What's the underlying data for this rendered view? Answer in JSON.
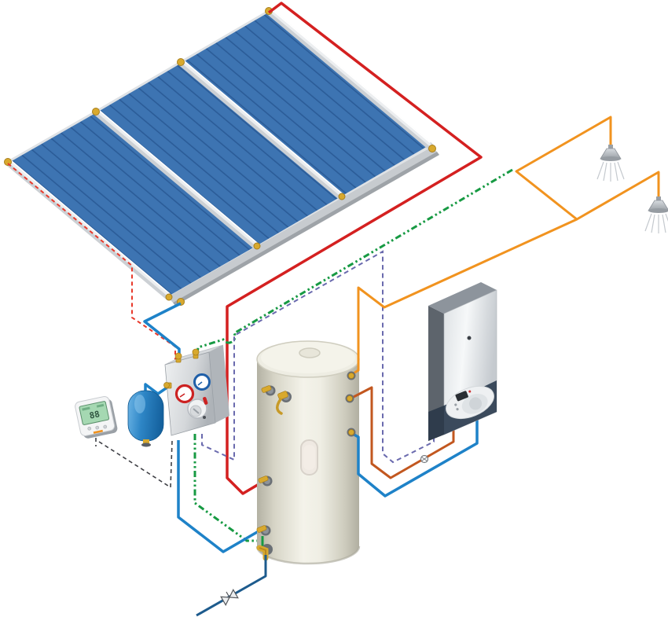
{
  "diagram": {
    "subject": "solar-thermal-hot-water-system-schematic",
    "background": "#ffffff"
  },
  "collector": {
    "panel_count": 3,
    "panel_color": "#3d74b2",
    "stripe_color": "#2b5c98",
    "frame_color": "#ccd0d4",
    "frame_highlight": "#ffffff",
    "rail_inner": "#eceef0",
    "connector_color": "#d8a92e",
    "connector_edge": "#a87f1d"
  },
  "pipes": {
    "solar_flow": {
      "color": "#d42020",
      "style": "solid"
    },
    "solar_flow_hidden": {
      "color": "#e8392b",
      "style": "dashed"
    },
    "solar_return": {
      "color": "#1e82c8",
      "style": "solid"
    },
    "collector_sensor_cable": {
      "color": "#179a43",
      "style": "dash-dot"
    },
    "boiler_cable": {
      "color": "#6a6aae",
      "style": "dashed"
    },
    "controller_cable": {
      "color": "#3f4046",
      "style": "dashed"
    },
    "hot_water": {
      "color": "#f1931f",
      "style": "solid"
    },
    "boiler_return": {
      "color": "#c2571f",
      "style": "solid"
    },
    "cold_feed": {
      "color": "#1d5b8d",
      "style": "solid"
    }
  },
  "pump_station": {
    "gauge_hot_color": "#cc2222",
    "gauge_cold_color": "#1f5fa8",
    "body_light": "#e9ebed",
    "body_dark": "#b4b8bd"
  },
  "controller": {
    "display_value": "88",
    "screen_color": "#a5d8b2",
    "accent_color": "#f1931f"
  },
  "expansion_vessel": {
    "color_light": "#6db5e6",
    "color_dark": "#15629f"
  },
  "tank": {
    "body_light": "#f4f3ea",
    "body_dark": "#b5b3a5"
  },
  "boiler": {
    "band_color": "#3b4a5c",
    "side_color": "#5d646c"
  },
  "showers": {
    "count": 2,
    "head_color": "#b6bcc2"
  },
  "fittings": {
    "brass": "#d8a92e",
    "port_ring": "#6a6f75"
  }
}
